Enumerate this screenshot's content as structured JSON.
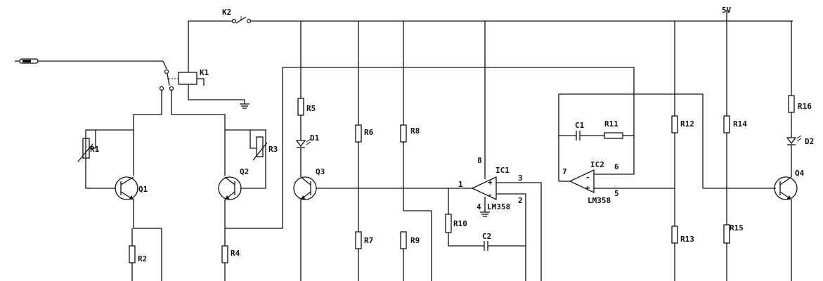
{
  "labels": {
    "K1": "K1",
    "K2": "K2",
    "supply": "5V",
    "R1": "R1",
    "R2": "R2",
    "R3": "R3",
    "R4": "R4",
    "R5": "R5",
    "R6": "R6",
    "R7": "R7",
    "R8": "R8",
    "R9": "R9",
    "R10": "R10",
    "R11": "R11",
    "R12": "R12",
    "R13": "R13",
    "R14": "R14",
    "R15": "R15",
    "R16": "R16",
    "Q1": "Q1",
    "Q2": "Q2",
    "Q3": "Q3",
    "Q4": "Q4",
    "D1": "D1",
    "D2": "D2",
    "C1": "C1",
    "C2": "C2",
    "IC1": "IC1",
    "IC2": "IC2",
    "LM358a": "LM358",
    "LM358b": "LM358",
    "pin1": "1",
    "pin2": "2",
    "pin3": "3",
    "pin4": "4",
    "pin8": "8",
    "pin5": "5",
    "pin6": "6",
    "pin7": "7",
    "plus1": "+",
    "minus1": "-",
    "plus2": "+",
    "minus2": "-"
  },
  "colors": {
    "ink": "#111111",
    "background": "#ffffff"
  }
}
